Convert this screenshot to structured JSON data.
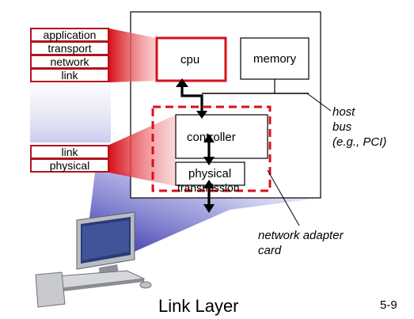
{
  "stack_top": [
    "application",
    "transport",
    "network",
    "link"
  ],
  "stack_bottom": [
    "link",
    "physical"
  ],
  "host": {
    "cpu": "cpu",
    "memory": "memory",
    "controller": "controller",
    "physical": "physical",
    "transmission": "transmission"
  },
  "annotations": {
    "host_bus": [
      "host",
      "bus",
      "(e.g., PCI)"
    ],
    "adapter": [
      "network adapter",
      "card"
    ]
  },
  "footer": {
    "title": "Link Layer",
    "page": "5-9"
  },
  "colors": {
    "accent": "#e0161e",
    "stack_border": "#b0141c",
    "projection": "#3d3db8"
  }
}
